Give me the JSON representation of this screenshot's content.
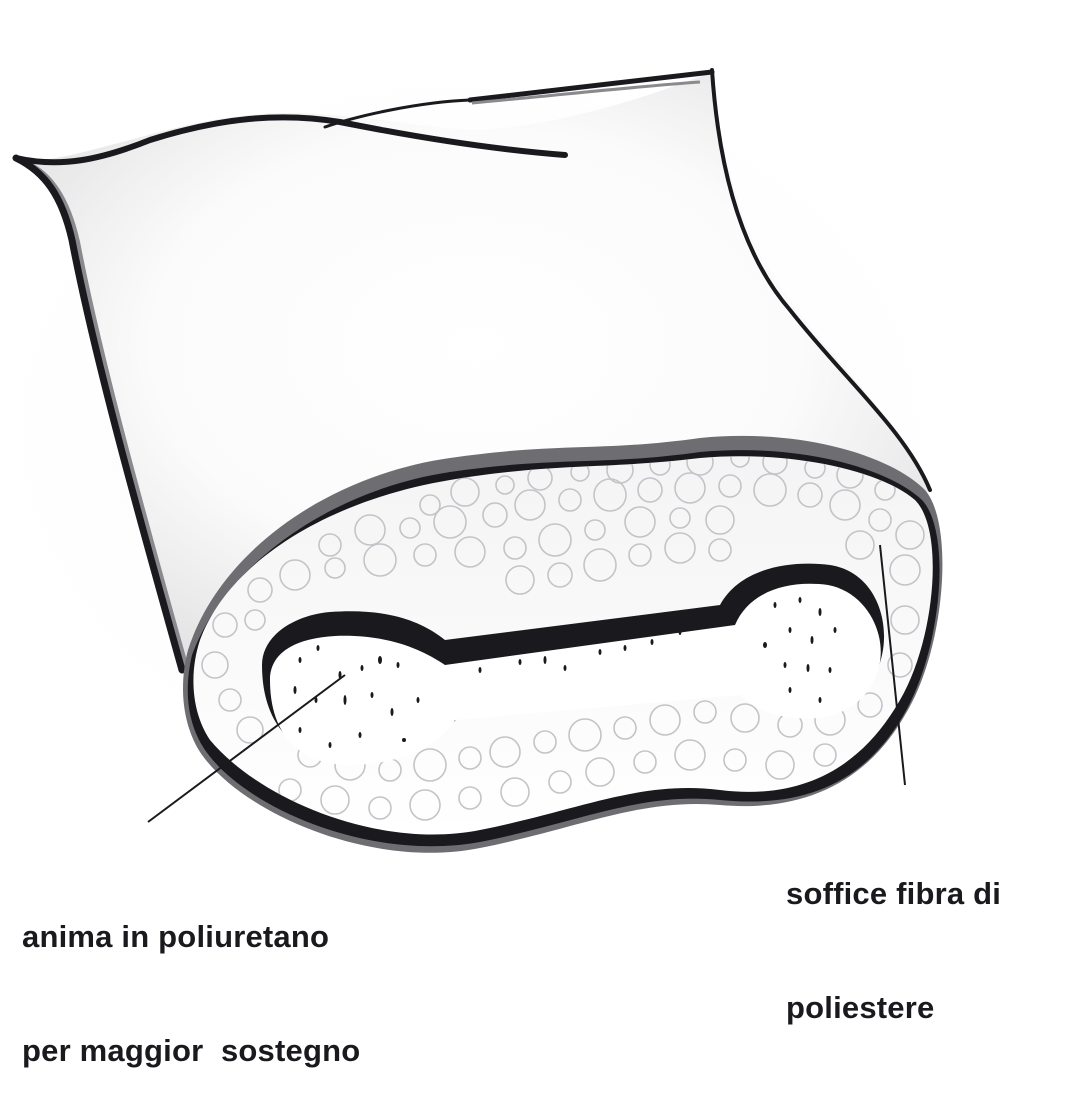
{
  "diagram": {
    "subject": "pillow cross-section",
    "colors": {
      "outline": "#1a1a1e",
      "shadow": "#6e6e72",
      "fill": "#ffffff",
      "bubble_stroke": "#c4c4c8",
      "pillow_shade": "#e6e6e8"
    },
    "parts": [
      {
        "id": "pillow-cover",
        "description": "outer pillow case"
      },
      {
        "id": "fiber-layer",
        "description": "soft polyester fiber (bubble pattern)"
      },
      {
        "id": "foam-core",
        "description": "dumbbell-shaped polyurethane core (speckled)"
      }
    ]
  },
  "labels": {
    "core": {
      "line1": "anima in poliuretano",
      "line2": "per maggior  sostegno"
    },
    "fiber": {
      "line1": "soffice fibra di",
      "line2": "poliestere"
    }
  }
}
